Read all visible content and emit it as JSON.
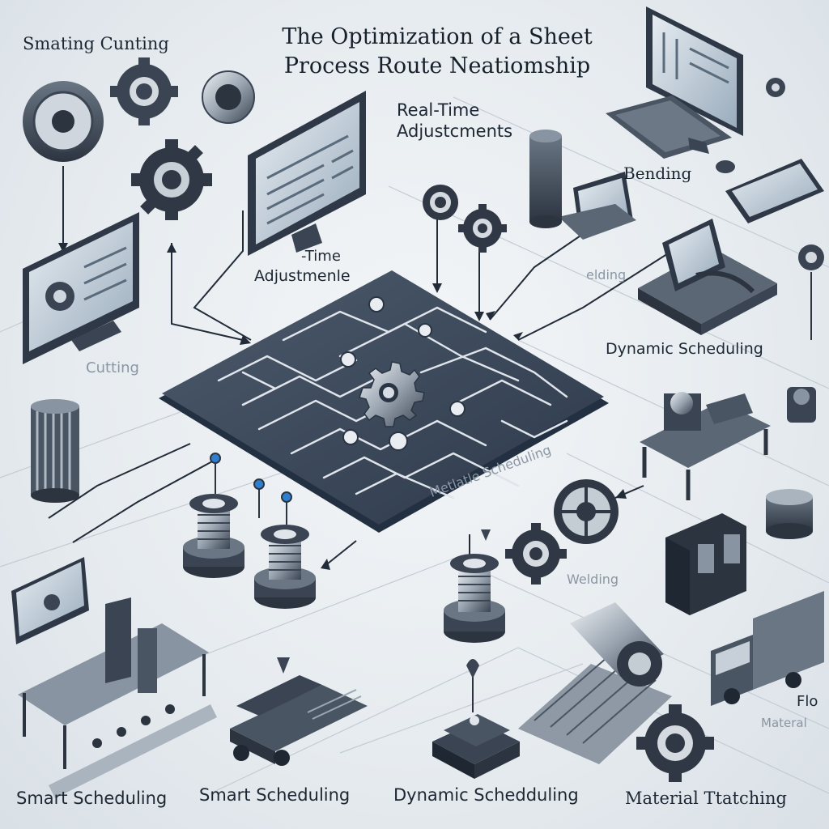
{
  "title": {
    "line1": "The Optimization of a Sheet",
    "line2": "Process Route Neatiomship"
  },
  "labels": {
    "smating_cutting": "Smating Cunting",
    "real_time_top": "Real-Time",
    "adjustments_top": "Adjustcments",
    "bending": "Bending",
    "time_mid": "-Time",
    "adjustments_mid": "Adjustmenle",
    "elding_faint": "elding",
    "dynamic_scheduling_right": "Dynamic Scheduling",
    "cutting_faint": "Cutting",
    "meteatic_scheduling": "Metlatle Scheduling",
    "welding_faint": "Welding",
    "flo_partial": "Flo",
    "material_faint": "Materal",
    "bottom_1": "Smart Scheduling",
    "bottom_2": "Smart Scheduling",
    "bottom_3": "Dynamic Schedduling",
    "bottom_4": "Material Ttatching"
  },
  "colors": {
    "board": "#3d4a5c",
    "board_edge": "#233041",
    "trace": "#dfe5ea",
    "metal_dark": "#3b4452",
    "metal_light": "#c9d0d8",
    "screen": "#4f6378",
    "pin_blue": "#2f7fd1",
    "line": "#9aa6b2"
  },
  "icons": [
    "gear-icon",
    "monitor-icon",
    "laptop-icon",
    "cylinder-icon",
    "spring-icon",
    "conveyor-icon",
    "truck-icon",
    "roller-icon",
    "press-icon",
    "pin-icon",
    "pulley-icon"
  ]
}
